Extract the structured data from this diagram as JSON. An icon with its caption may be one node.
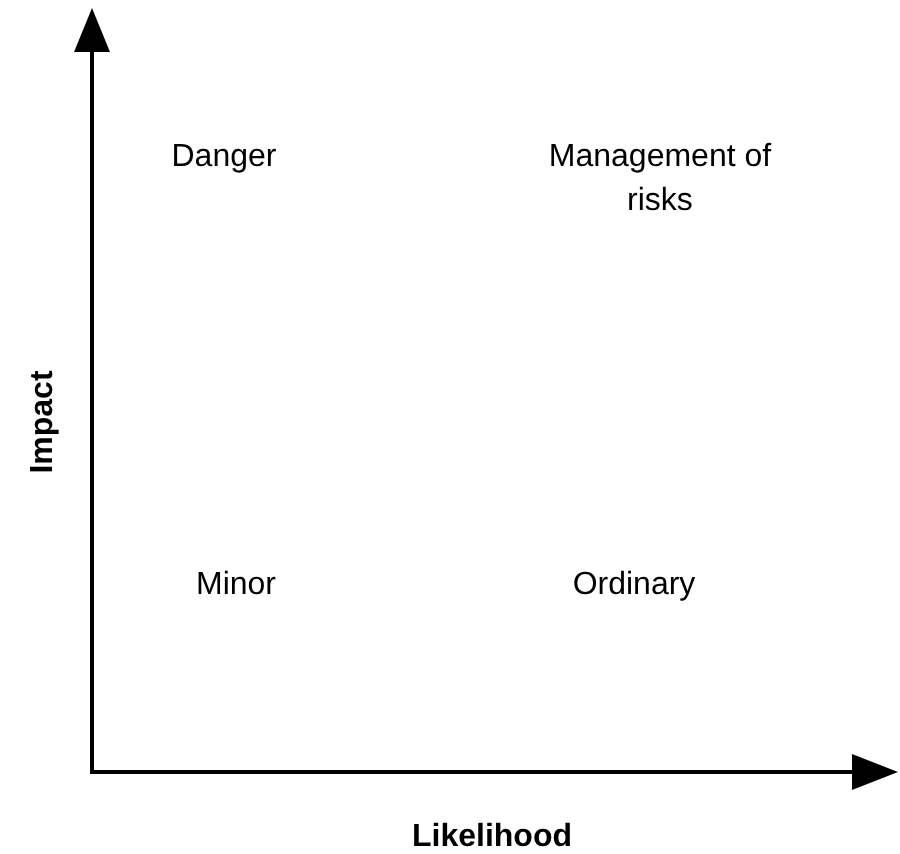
{
  "diagram": {
    "labels": [
      "Danger",
      "Management of risks",
      "Minor",
      "Ordinary",
      "Impact",
      "Likelihood"
    ]
  }
}
